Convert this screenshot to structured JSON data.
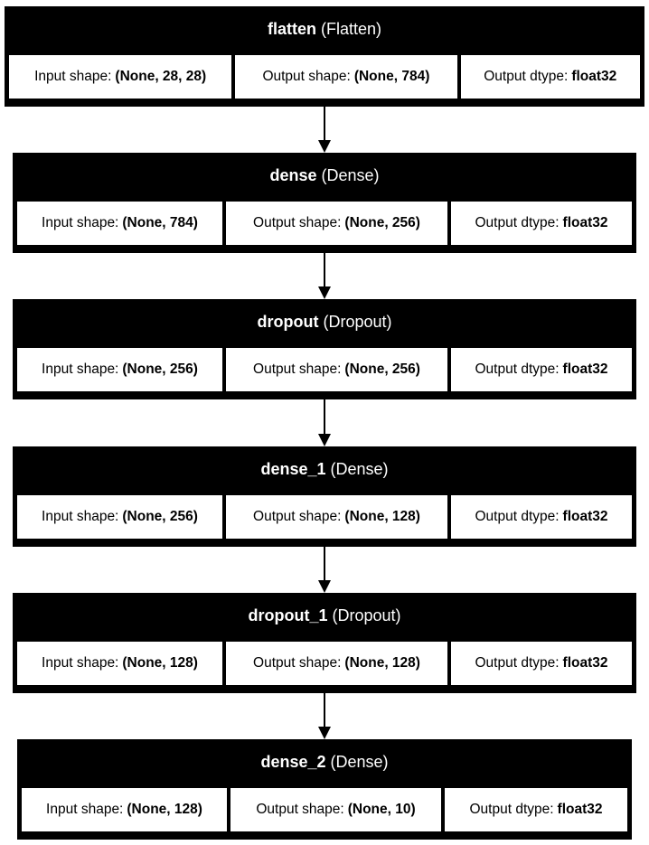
{
  "layers": [
    {
      "name": "flatten",
      "type": "(Flatten)",
      "input_label": "Input shape:",
      "input_value": "(None, 28, 28)",
      "output_label": "Output shape:",
      "output_value": "(None, 784)",
      "dtype_label": "Output dtype:",
      "dtype_value": "float32"
    },
    {
      "name": "dense",
      "type": "(Dense)",
      "input_label": "Input shape:",
      "input_value": "(None, 784)",
      "output_label": "Output shape:",
      "output_value": "(None, 256)",
      "dtype_label": "Output dtype:",
      "dtype_value": "float32"
    },
    {
      "name": "dropout",
      "type": "(Dropout)",
      "input_label": "Input shape:",
      "input_value": "(None, 256)",
      "output_label": "Output shape:",
      "output_value": "(None, 256)",
      "dtype_label": "Output dtype:",
      "dtype_value": "float32"
    },
    {
      "name": "dense_1",
      "type": "(Dense)",
      "input_label": "Input shape:",
      "input_value": "(None, 256)",
      "output_label": "Output shape:",
      "output_value": "(None, 128)",
      "dtype_label": "Output dtype:",
      "dtype_value": "float32"
    },
    {
      "name": "dropout_1",
      "type": "(Dropout)",
      "input_label": "Input shape:",
      "input_value": "(None, 128)",
      "output_label": "Output shape:",
      "output_value": "(None, 128)",
      "dtype_label": "Output dtype:",
      "dtype_value": "float32"
    },
    {
      "name": "dense_2",
      "type": "(Dense)",
      "input_label": "Input shape:",
      "input_value": "(None, 128)",
      "output_label": "Output shape:",
      "output_value": "(None, 10)",
      "dtype_label": "Output dtype:",
      "dtype_value": "float32"
    }
  ],
  "colors": {
    "box": "#000000",
    "cell": "#ffffff",
    "header_text": "#ffffff",
    "text": "#000000"
  }
}
